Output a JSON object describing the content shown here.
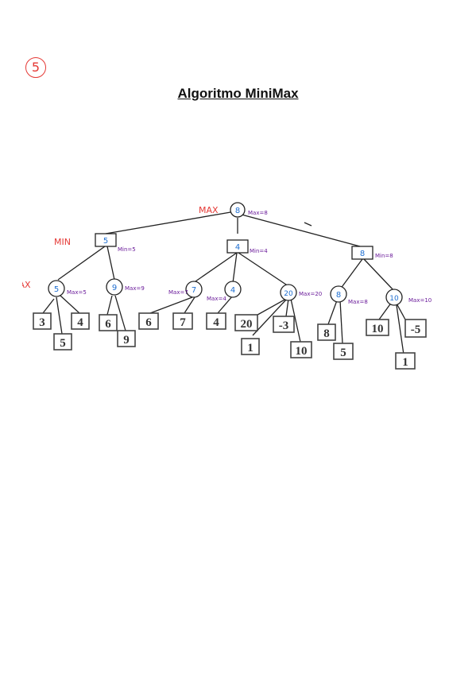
{
  "page_number": "5",
  "title": "Algoritmo MiniMax",
  "level_labels": {
    "max_root": "MAX",
    "min": "MIN",
    "max_left": "MAX"
  },
  "colors": {
    "red": "#e53935",
    "blue": "#1f6fd1",
    "purple": "#6a1b9a",
    "ink": "#222222"
  },
  "nodes": {
    "root": {
      "value": "8",
      "note": "Max=8"
    },
    "min_left": {
      "value": "5",
      "note": "Min=5"
    },
    "min_mid": {
      "value": "4",
      "note": "Min=4"
    },
    "min_right": {
      "value": "8",
      "note": "Min=8"
    },
    "max_a": {
      "value": "5",
      "note": "Max=5"
    },
    "max_b": {
      "value": "9",
      "note": "Max=9"
    },
    "max_c": {
      "value": "7",
      "note": "Max=7"
    },
    "max_d": {
      "value": "4",
      "note": "Max=4"
    },
    "max_e": {
      "value": "20",
      "note": "Max=20"
    },
    "max_f": {
      "value": "8",
      "note": "Max=8"
    },
    "max_g": {
      "value": "10",
      "note": "Max=10"
    }
  },
  "leaves": {
    "l1": "3",
    "l2": "4",
    "l3": "5",
    "l4": "6",
    "l5": "9",
    "l6": "6",
    "l7": "7",
    "l8": "4",
    "l9": "20",
    "l10": "-3",
    "l11": "1",
    "l12": "10",
    "l13": "8",
    "l14": "5",
    "l15": "10",
    "l16": "-5",
    "l17": "1"
  }
}
